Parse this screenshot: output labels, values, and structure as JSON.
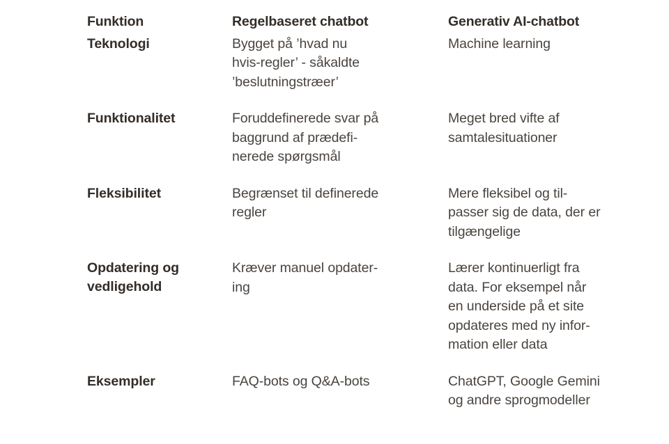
{
  "table": {
    "columns": [
      {
        "key": "feature",
        "header": "Funktion"
      },
      {
        "key": "rule_based",
        "header": "Regelbaseret chatbot"
      },
      {
        "key": "generative",
        "header": "Generativ AI-chatbot"
      }
    ],
    "rows": [
      {
        "feature": {
          "lines": [
            "Teknologi"
          ]
        },
        "rule_based": {
          "lines": [
            "Bygget på ’hvad nu",
            "hvis-regler’ - såkaldte",
            "’beslutningstræer’"
          ]
        },
        "generative": {
          "lines": [
            "Machine learning"
          ]
        }
      },
      {
        "feature": {
          "lines": [
            "Funktionalitet"
          ]
        },
        "rule_based": {
          "lines": [
            "Foruddefinerede svar på",
            "baggrund af prædefi-",
            "nerede spørgsmål"
          ]
        },
        "generative": {
          "lines": [
            "Meget bred vifte af",
            "samtalesituationer"
          ]
        }
      },
      {
        "feature": {
          "lines": [
            "Fleksibilitet"
          ]
        },
        "rule_based": {
          "lines": [
            "Begrænset til definerede",
            "regler"
          ]
        },
        "generative": {
          "lines": [
            "Mere fleksibel og til-",
            "passer sig de data, der er",
            "tilgængelige"
          ]
        }
      },
      {
        "feature": {
          "lines": [
            "Opdatering og",
            "vedligehold"
          ]
        },
        "rule_based": {
          "lines": [
            "Kræver manuel opdater-",
            "ing"
          ]
        },
        "generative": {
          "lines": [
            "Lærer kontinuerligt fra",
            "data. For eksempel når",
            "en underside på et site",
            "opdateres med ny infor-",
            "mation eller data"
          ]
        }
      },
      {
        "feature": {
          "lines": [
            "Eksempler"
          ]
        },
        "rule_based": {
          "lines": [
            "FAQ-bots og Q&A-bots"
          ]
        },
        "generative": {
          "lines": [
            "ChatGPT, Google Gemini",
            "og andre sprogmodeller"
          ]
        }
      }
    ]
  },
  "colors": {
    "heading": "#332d28",
    "body": "#4a443f",
    "background": "#ffffff"
  }
}
